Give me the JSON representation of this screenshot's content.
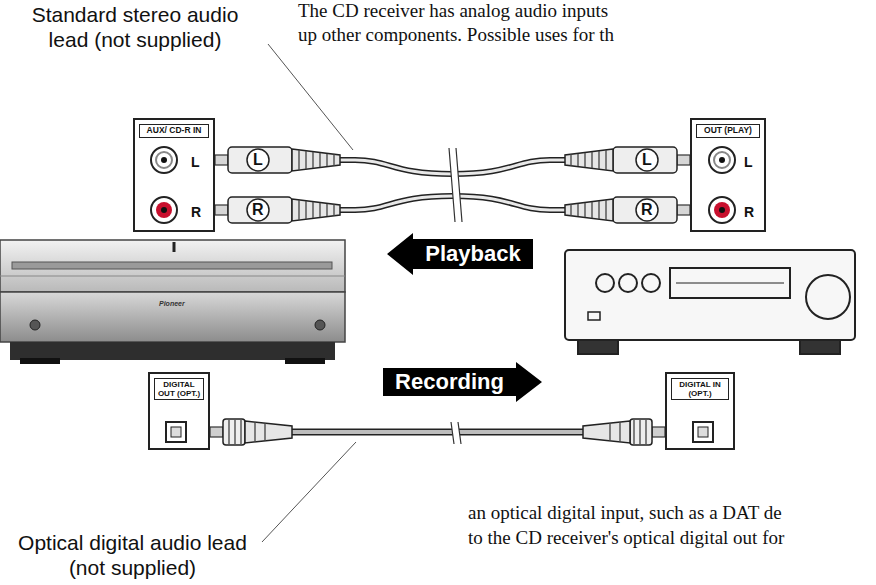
{
  "diagram": {
    "nodes": [
      {
        "text": [
          "AUX/ CD-R IN",
          "L",
          "R"
        ]
      },
      {
        "text": [
          "OUT (PLAY)",
          "L",
          "R"
        ]
      },
      {
        "text": [
          "Playback"
        ]
      },
      {
        "text": [
          "Recording"
        ]
      },
      {
        "text": [
          "DIGITAL OUT (OPT.)"
        ]
      },
      {
        "text": [
          "DIGITAL IN (OPT.)"
        ]
      }
    ],
    "edges": [
      {
        "from": 0,
        "to": 1,
        "arrow": "none"
      },
      {
        "from": 0,
        "to": 1,
        "arrow": "none"
      },
      {
        "from": 4,
        "to": 5,
        "arrow": "none"
      }
    ],
    "labels": [
      "Standard stereo audio lead (not supplied)",
      "The CD receiver has analog audio inputs",
      "up other components. Possible uses for th",
      "L",
      "R",
      "L",
      "R",
      "Pioneer",
      "Optical digital audio lead (not supplied)",
      "an optical digital input, such as a DAT de",
      "to the CD receiver's optical digital out for"
    ]
  }
}
